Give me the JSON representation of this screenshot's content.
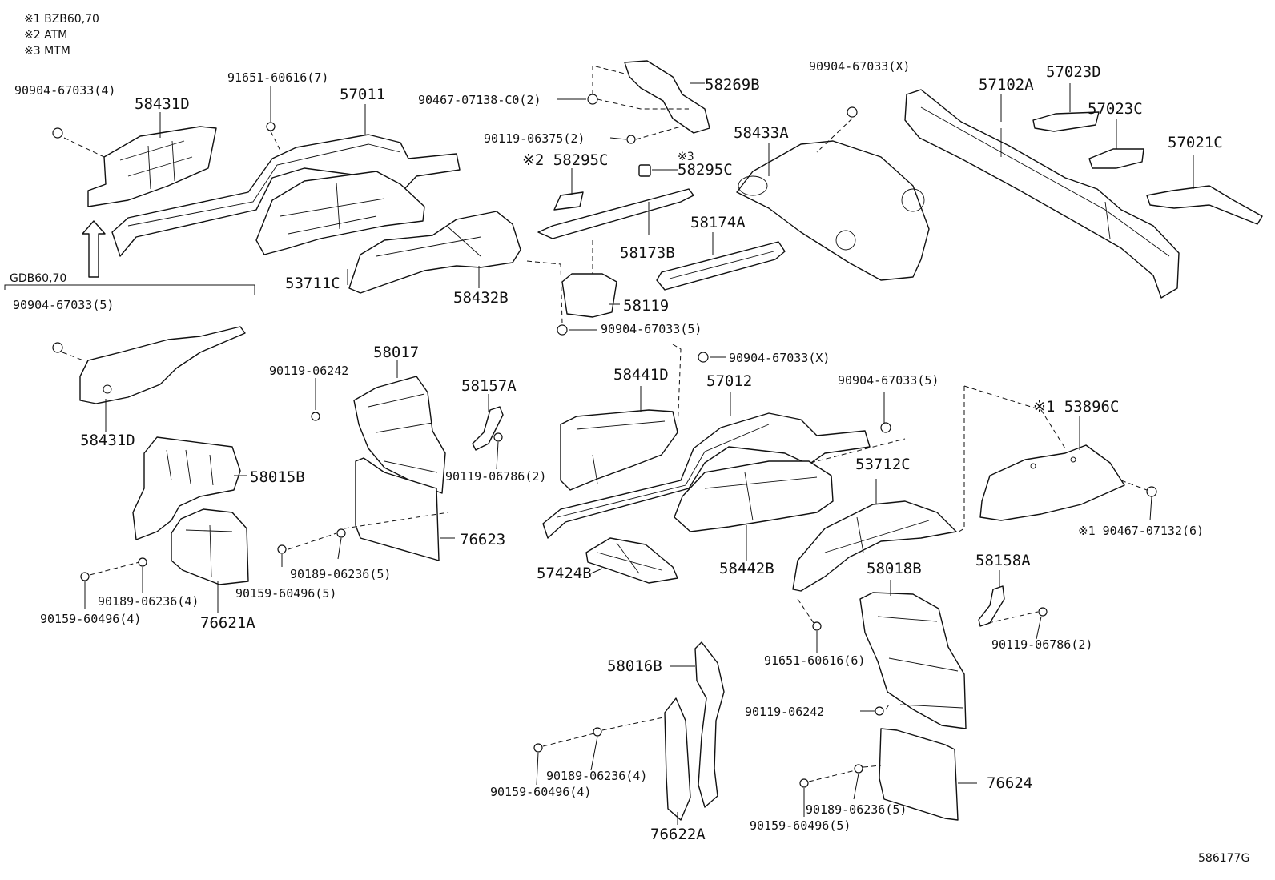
{
  "notes": [
    "※1 BZB60,70",
    "※2 ATM",
    "※3 MTM"
  ],
  "section_label": "GDB60,70",
  "figure_code": "586177G",
  "callouts": [
    {
      "id": "c01",
      "text": "90904-67033(4)"
    },
    {
      "id": "c02",
      "text": "58431D"
    },
    {
      "id": "c03",
      "text": "91651-60616(7)"
    },
    {
      "id": "c04",
      "text": "57011"
    },
    {
      "id": "c05",
      "text": "90467-07138-C0(2)"
    },
    {
      "id": "c06",
      "text": "58269B"
    },
    {
      "id": "c07",
      "text": "90119-06375(2)"
    },
    {
      "id": "c08",
      "text": "※2 58295C"
    },
    {
      "id": "c09",
      "text": "※3"
    },
    {
      "id": "c10",
      "text": "58295C"
    },
    {
      "id": "c11",
      "text": "90904-67033(X)"
    },
    {
      "id": "c12",
      "text": "58433A"
    },
    {
      "id": "c13",
      "text": "57102A"
    },
    {
      "id": "c14",
      "text": "57023D"
    },
    {
      "id": "c15",
      "text": "57023C"
    },
    {
      "id": "c16",
      "text": "57021C"
    },
    {
      "id": "c17",
      "text": "58174A"
    },
    {
      "id": "c18",
      "text": "58173B"
    },
    {
      "id": "c19",
      "text": "53711C"
    },
    {
      "id": "c20",
      "text": "58432B"
    },
    {
      "id": "c21",
      "text": "58119"
    },
    {
      "id": "c22",
      "text": "90904-67033(5)"
    },
    {
      "id": "c23",
      "text": "90904-67033(5)"
    },
    {
      "id": "c24",
      "text": "58431D"
    },
    {
      "id": "c25",
      "text": "58017"
    },
    {
      "id": "c26",
      "text": "90119-06242"
    },
    {
      "id": "c27",
      "text": "58157A"
    },
    {
      "id": "c28",
      "text": "90119-06786(2)"
    },
    {
      "id": "c29",
      "text": "58015B"
    },
    {
      "id": "c30",
      "text": "76623"
    },
    {
      "id": "c31",
      "text": "90189-06236(5)"
    },
    {
      "id": "c32",
      "text": "90159-60496(5)"
    },
    {
      "id": "c33",
      "text": "90189-06236(4)"
    },
    {
      "id": "c34",
      "text": "90159-60496(4)"
    },
    {
      "id": "c35",
      "text": "76621A"
    },
    {
      "id": "c36",
      "text": "90904-67033(X)"
    },
    {
      "id": "c37",
      "text": "58441D"
    },
    {
      "id": "c38",
      "text": "57012"
    },
    {
      "id": "c39",
      "text": "90904-67033(5)"
    },
    {
      "id": "c40",
      "text": "※1 53896C"
    },
    {
      "id": "c41",
      "text": "53712C"
    },
    {
      "id": "c42",
      "text": "※1 90467-07132(6)"
    },
    {
      "id": "c43",
      "text": "57424B"
    },
    {
      "id": "c44",
      "text": "58442B"
    },
    {
      "id": "c45",
      "text": "58018B"
    },
    {
      "id": "c46",
      "text": "58158A"
    },
    {
      "id": "c47",
      "text": "90119-06786(2)"
    },
    {
      "id": "c48",
      "text": "91651-60616(6)"
    },
    {
      "id": "c49",
      "text": "58016B"
    },
    {
      "id": "c50",
      "text": "90119-06242"
    },
    {
      "id": "c51",
      "text": "76624"
    },
    {
      "id": "c52",
      "text": "90189-06236(4)"
    },
    {
      "id": "c53",
      "text": "90159-60496(4)"
    },
    {
      "id": "c54",
      "text": "90189-06236(5)"
    },
    {
      "id": "c55",
      "text": "90159-60496(5)"
    },
    {
      "id": "c56",
      "text": "76622A"
    }
  ]
}
